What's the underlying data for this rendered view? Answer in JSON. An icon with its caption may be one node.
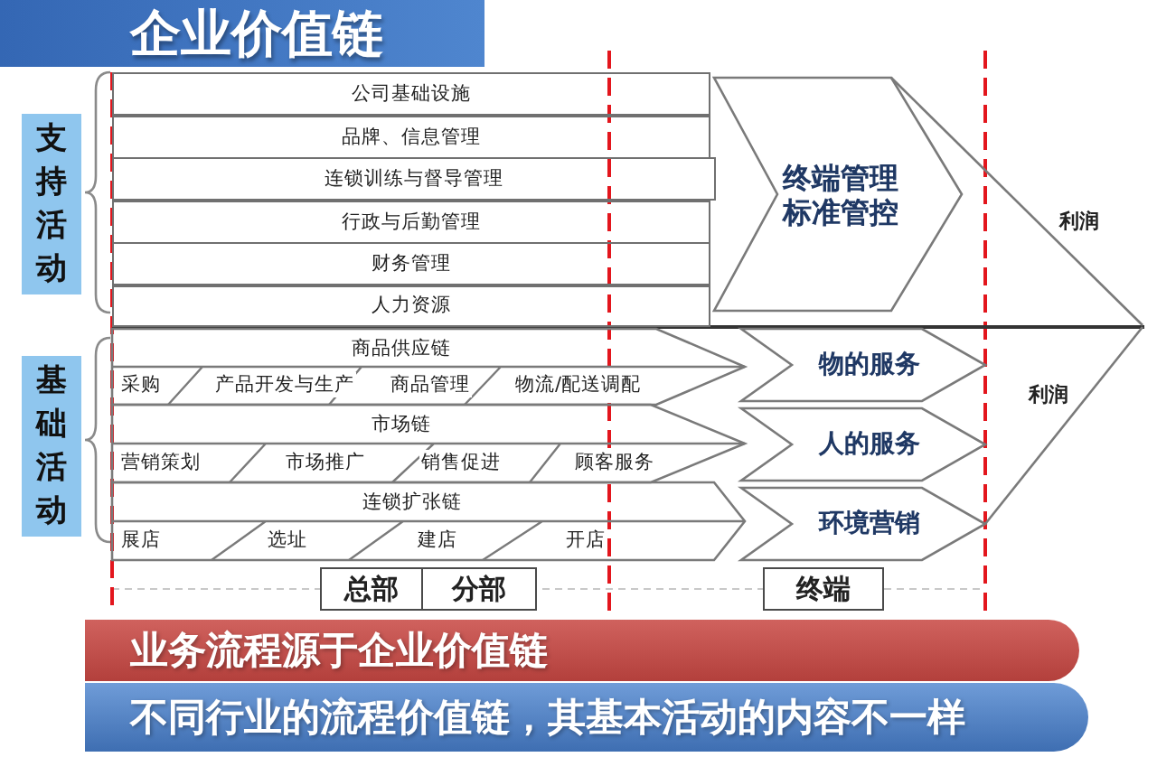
{
  "diagram": {
    "title": "企业价值链",
    "nodes": [
      {
        "text": [
          "支持活动"
        ]
      },
      {
        "text": [
          "公司基础设施"
        ]
      },
      {
        "text": [
          "品牌、信息管理"
        ]
      },
      {
        "text": [
          "连锁训练与督导管理"
        ]
      },
      {
        "text": [
          "行政与后勤管理"
        ]
      },
      {
        "text": [
          "财务管理"
        ]
      },
      {
        "text": [
          "人力资源"
        ]
      },
      {
        "text": [
          "终端管理标准管控"
        ]
      },
      {
        "text": [
          "利润"
        ]
      },
      {
        "text": [
          "基础活动"
        ]
      },
      {
        "text": [
          "商品供应链",
          "采购",
          "产品开发与生产",
          "商品管理",
          "物流/配送调配"
        ]
      },
      {
        "text": [
          "物的服务"
        ]
      },
      {
        "text": [
          "利润"
        ]
      },
      {
        "text": [
          "市场链",
          "营销策划",
          "市场推广",
          "销售促进",
          "顾客服务"
        ]
      },
      {
        "text": [
          "人的服务"
        ]
      },
      {
        "text": [
          "连锁扩张链",
          "展店",
          "选址",
          "建店",
          "开店"
        ]
      },
      {
        "text": [
          "环境营销"
        ]
      },
      {
        "text": [
          "总部"
        ]
      },
      {
        "text": [
          "分部"
        ]
      },
      {
        "text": [
          "终端"
        ]
      },
      {
        "text": [
          "业务流程源于企业价值链"
        ]
      },
      {
        "text": [
          "不同行业的流程价值链，其基本活动的内容不一样"
        ]
      }
    ]
  }
}
